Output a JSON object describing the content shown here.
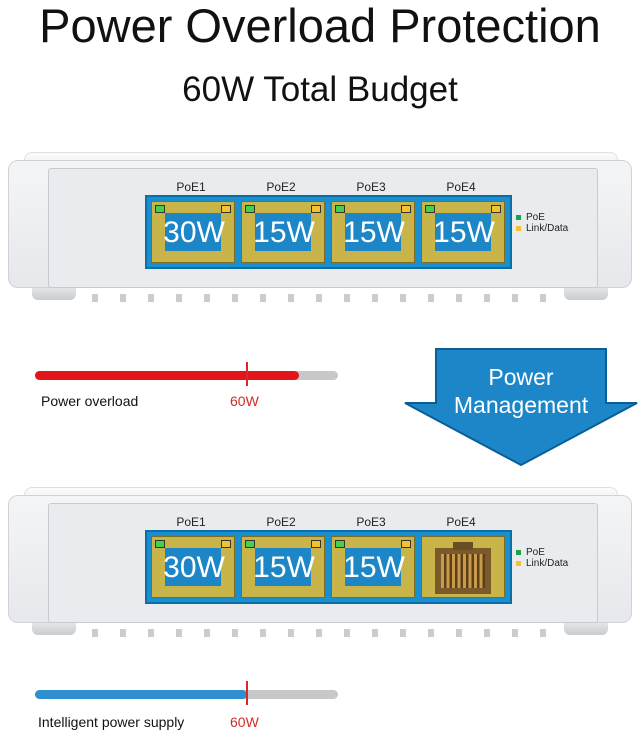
{
  "title": "Power Overload Protection",
  "subtitle": "60W Total Budget",
  "legend": {
    "poe": "PoE",
    "link": "Link/Data"
  },
  "colors": {
    "poe_led": "#45d04a",
    "link_led": "#f2c230",
    "overload": "#e3151b",
    "intelligent": "#2f8fd0",
    "track": "#c8c8c8",
    "marker": "#d42a2a"
  },
  "switch_top": {
    "ports": [
      {
        "label": "PoE1",
        "watt": "30W"
      },
      {
        "label": "PoE2",
        "watt": "15W"
      },
      {
        "label": "PoE3",
        "watt": "15W"
      },
      {
        "label": "PoE4",
        "watt": "15W"
      }
    ]
  },
  "switch_bottom": {
    "ports": [
      {
        "label": "PoE1",
        "watt": "30W"
      },
      {
        "label": "PoE2",
        "watt": "15W"
      },
      {
        "label": "PoE3",
        "watt": "15W"
      },
      {
        "label": "PoE4",
        "watt": "",
        "icon": "rj45-port-icon"
      }
    ]
  },
  "overload_bar": {
    "label": "Power overload",
    "marker": "60W",
    "fill_fraction": 0.87
  },
  "intelligent_bar": {
    "label": "Intelligent power supply",
    "marker": "60W",
    "fill_fraction": 0.7
  },
  "arrow": {
    "line1": "Power",
    "line2": "Management",
    "icon": "down-arrow-icon"
  }
}
